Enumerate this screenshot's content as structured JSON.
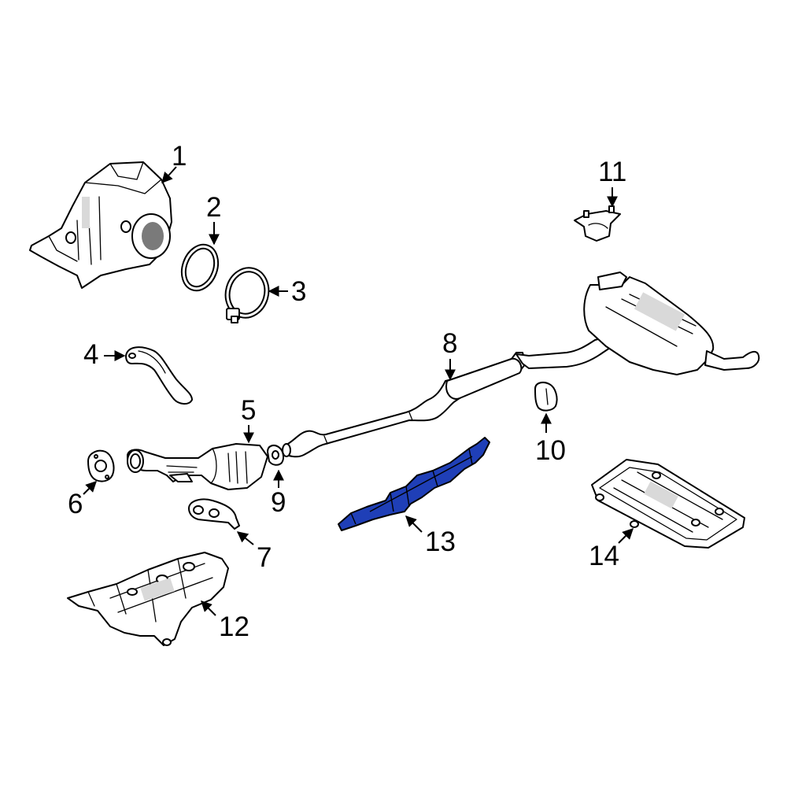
{
  "callouts": {
    "c1": "1",
    "c2": "2",
    "c3": "3",
    "c4": "4",
    "c5": "5",
    "c6": "6",
    "c7": "7",
    "c8": "8",
    "c9": "9",
    "c10": "10",
    "c11": "11",
    "c12": "12",
    "c13": "13",
    "c14": "14"
  },
  "colors": {
    "highlight": "#1f3fb7",
    "outline": "#000000",
    "background": "#ffffff"
  },
  "highlighted_part": "13"
}
